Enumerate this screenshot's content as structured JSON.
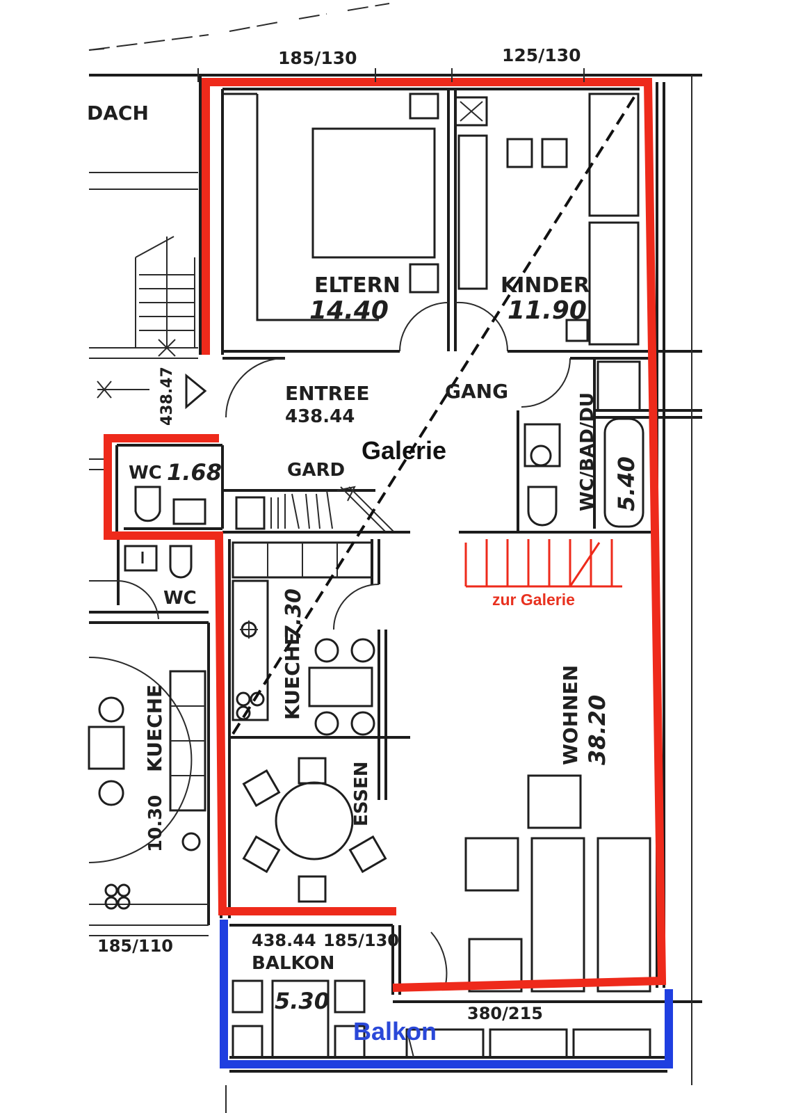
{
  "colors": {
    "outline_red": "#ee2a1b",
    "outline_blue": "#1f3fe0",
    "ink": "#1c1c1c",
    "galerie_text": "#111111",
    "zur_galerie_text": "#e8311f",
    "balkon_text": "#2a48d8"
  },
  "dimensions": {
    "top_left": "185/130",
    "top_right": "125/130",
    "bottom_left": "185/110",
    "balkon_a": "438.44",
    "balkon_b": "185/130",
    "balkon_right": "380/215",
    "stair_vertical": "438.47"
  },
  "rooms": {
    "dach": "DACH",
    "eltern_name": "ELTERN",
    "eltern_area": "14.40",
    "kinder_name": "KINDER",
    "kinder_area": "11.90",
    "entree_name": "ENTREE",
    "entree_code": "438.44",
    "gang": "GANG",
    "wc_top_name": "WC",
    "wc_top_area": "1.68",
    "gard": "GARD",
    "wc_bad_du": "WC/BAD/DU",
    "wc_bad_du_area": "5.40",
    "wc_lower": "WC",
    "kueche_inner": "KUECHE",
    "kueche_inner_area": "7.30",
    "kueche_left": "KUECHE",
    "kueche_left_area": "10.30",
    "essen": "ESSEN",
    "wohnen_name": "WOHNEN",
    "wohnen_area": "38.20",
    "balkon_name": "BALKON",
    "balkon_area": "5.30"
  },
  "annotations": {
    "galerie": "Galerie",
    "zur_galerie": "zur Galerie",
    "balkon": "Balkon"
  },
  "icons": [
    "stair-arrow-icon",
    "table-icon",
    "chair-icon",
    "bathtub-icon",
    "toilet-icon",
    "sink-icon",
    "stove-icon"
  ]
}
